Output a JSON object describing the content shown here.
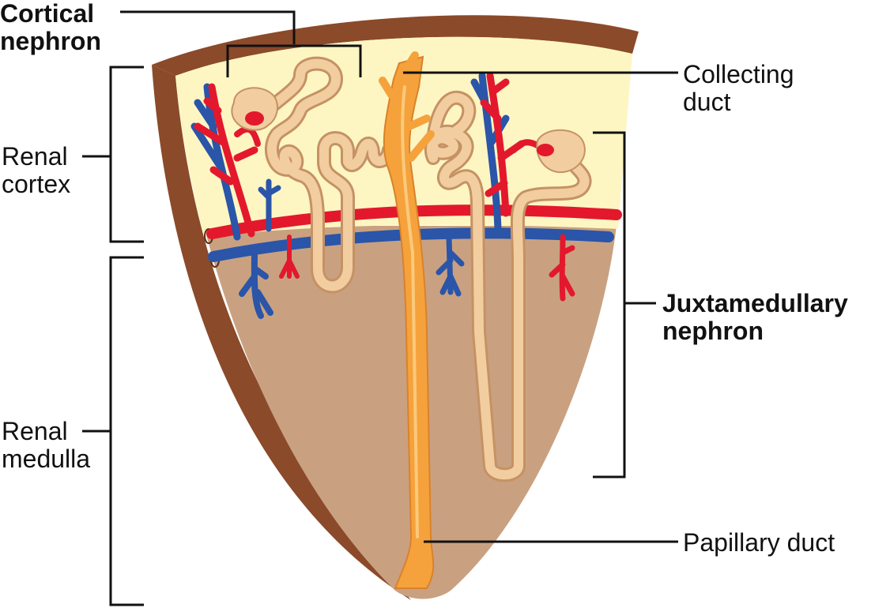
{
  "labels": {
    "cortical_nephron": [
      "Cortical",
      "nephron"
    ],
    "renal_cortex": [
      "Renal",
      "cortex"
    ],
    "renal_medulla": [
      "Renal",
      "medulla"
    ],
    "collecting_duct": [
      "Collecting",
      "duct"
    ],
    "juxtamedullary_nephron": [
      "Juxtamedullary",
      "nephron"
    ],
    "papillary_duct": "Papillary duct"
  },
  "colors": {
    "capsule": "#8b4a2a",
    "cortex": "#fdf6c3",
    "medulla": "#c9a181",
    "tubule": "#f2cda0",
    "tubule_outline": "#c59264",
    "collecting_duct": "#f5a23c",
    "artery": "#e3182d",
    "vein": "#2a55a8",
    "leader_line": "#111111"
  }
}
